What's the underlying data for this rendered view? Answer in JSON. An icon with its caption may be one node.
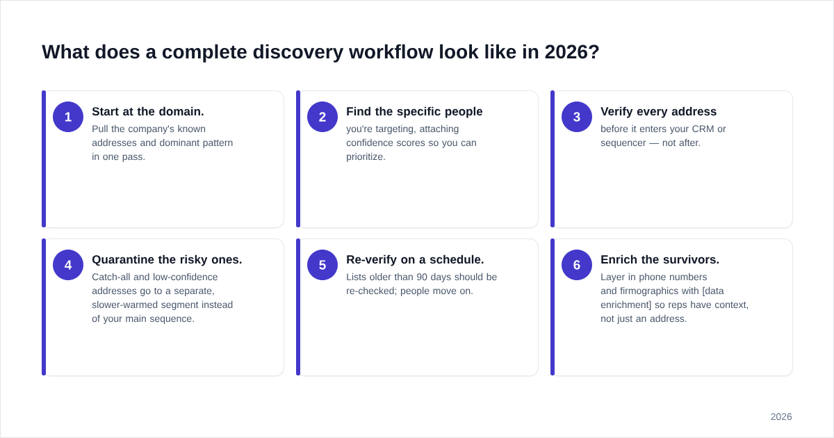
{
  "diagram": {
    "title": "What does a complete discovery workflow look like in 2026?",
    "nodes": [
      {
        "text": [
          "Start at the domain.",
          "Pull the company's known addresses and dominant pattern in one pass."
        ]
      },
      {
        "text": [
          "1"
        ],
        "in": 0
      },
      {
        "text": [
          "Find the specific people",
          "you're targeting, attaching confidence scores so you can prioritize."
        ]
      },
      {
        "text": [
          "2"
        ],
        "in": 2
      },
      {
        "text": [
          "Verify every address",
          "before it enters your CRM or sequencer — not after."
        ]
      },
      {
        "text": [
          "3"
        ],
        "in": 4
      },
      {
        "text": [
          "Quarantine the risky ones.",
          "Catch-all and low-confidence addresses go to a separate, slower-warmed segment instead of your main sequence."
        ]
      },
      {
        "text": [
          "4"
        ],
        "in": 6
      },
      {
        "text": [
          "Re-verify on a schedule.",
          "Lists older than 90 days should be re-checked; people move on."
        ]
      },
      {
        "text": [
          "5"
        ],
        "in": 8
      },
      {
        "text": [
          "Enrich the survivors.",
          "Layer in phone numbers and firmographics with [data enrichment] so reps have context, not just an address."
        ]
      },
      {
        "text": [
          "6"
        ],
        "in": 10
      }
    ],
    "labels": [
      "2026"
    ]
  }
}
